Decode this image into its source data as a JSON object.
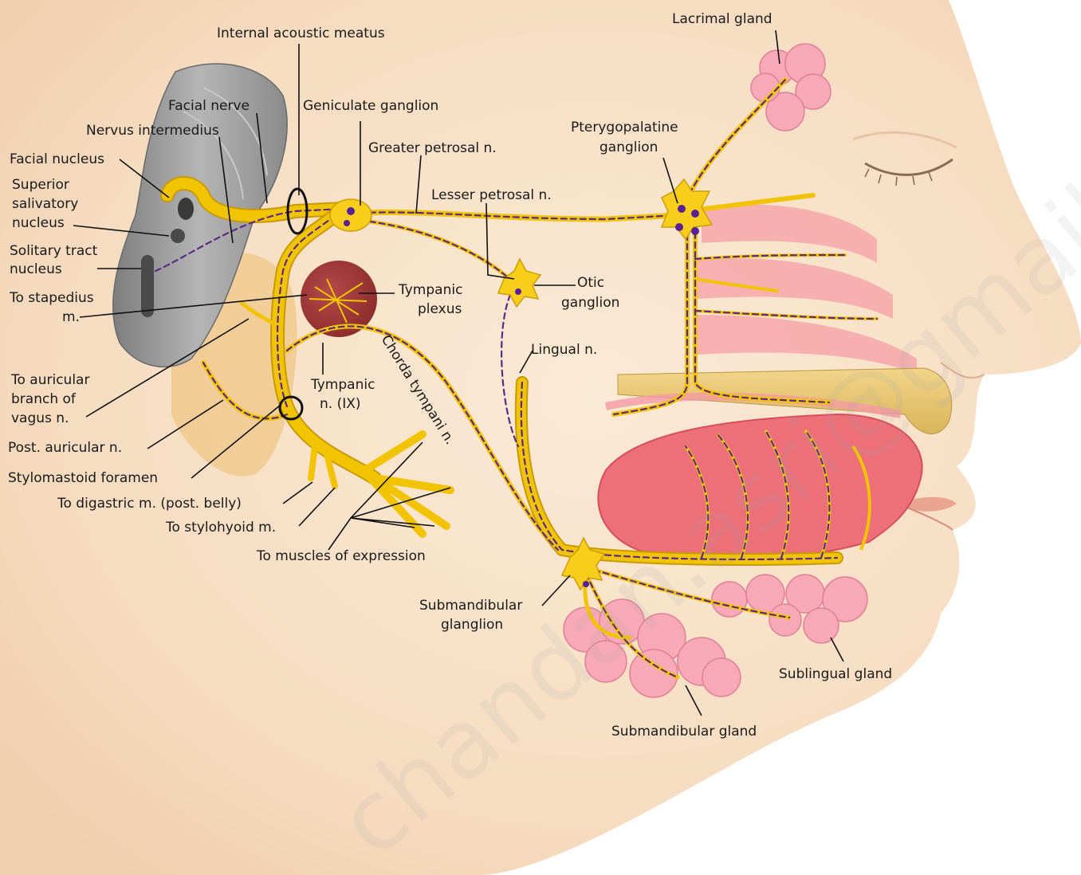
{
  "labels": {
    "internal_acoustic_meatus": "Internal acoustic meatus",
    "lacrimal_gland": "Lacrimal gland",
    "facial_nerve": "Facial nerve",
    "geniculate_ganglion": "Geniculate ganglion",
    "nervus_intermedius": "Nervus intermedius",
    "pterygopalatine_1": "Pterygopalatine",
    "pterygopalatine_2": "ganglion",
    "greater_petrosal": "Greater petrosal n.",
    "facial_nucleus": "Facial nucleus",
    "superior_salivatory_1": "Superior",
    "superior_salivatory_2": "salivatory",
    "superior_salivatory_3": "nucleus",
    "lesser_petrosal": "Lesser petrosal n.",
    "solitary_tract_1": "Solitary tract",
    "solitary_tract_2": "nucleus",
    "to_stapedius_1": "To stapedius",
    "to_stapedius_2": "m.",
    "tympanic_plexus_1": "Tympanic",
    "tympanic_plexus_2": "plexus",
    "otic_ganglion_1": "Otic",
    "otic_ganglion_2": "ganglion",
    "lingual_n": "Lingual n.",
    "chorda_tympani": "Chorda tympani n.",
    "to_auricular_1": "To auricular",
    "to_auricular_2": "branch of",
    "to_auricular_3": "vagus n.",
    "tympanic_n_1": "Tympanic",
    "tympanic_n_2": "n. (IX)",
    "post_auricular": "Post. auricular n.",
    "stylomastoid": "Stylomastoid foramen",
    "to_digastric": "To digastric m. (post. belly)",
    "to_stylohyoid": "To stylohyoid m.",
    "to_muscles": "To muscles of expression",
    "submandibular_ganglion_1": "Submandibular",
    "submandibular_ganglion_2": "glanglion",
    "sublingual_gland": "Sublingual gland",
    "submandibular_gland": "Submandibular gland"
  },
  "watermark": "chandan.asri@gmail.com",
  "colors": {
    "skin": "#f7e2c6",
    "nerve": "#f2c400",
    "fiber": "#5a2a86",
    "gland": "#f7a9b8",
    "tongue": "#ec6f79",
    "brainstem": "#9a9a9a"
  }
}
